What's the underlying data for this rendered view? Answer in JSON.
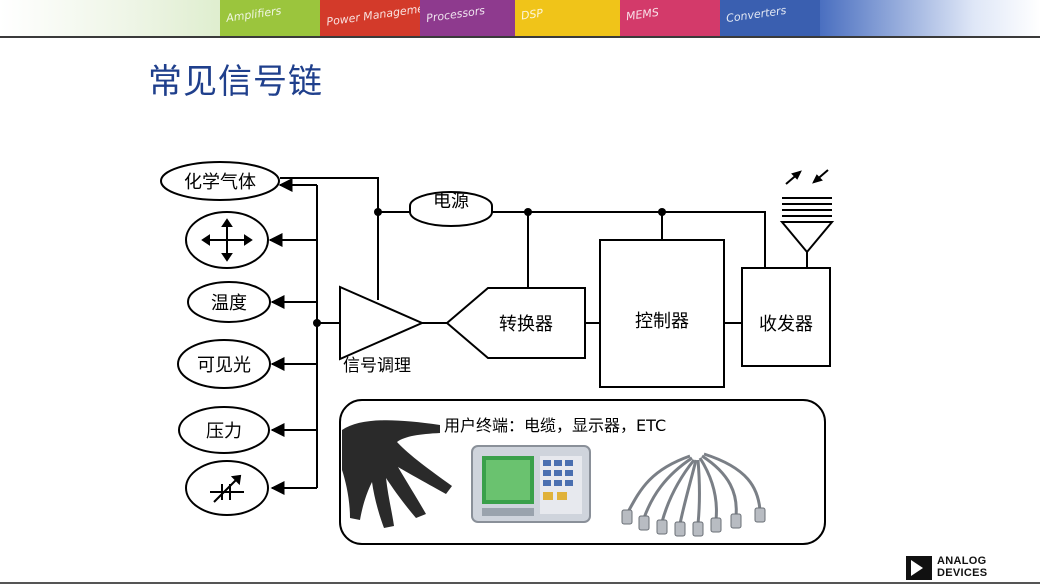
{
  "title": "常见信号链",
  "banner": {
    "items": [
      "Amplifiers",
      "Power Management",
      "Processors",
      "DSP",
      "MEMS",
      "Converters"
    ]
  },
  "sensors": {
    "chemical_gas": "化学气体",
    "motion_icon": "four-way-arrows-icon",
    "temperature": "温度",
    "visible_light": "可见光",
    "pressure": "压力",
    "variable_icon": "variable-capacitor-icon"
  },
  "blocks": {
    "power": "电源",
    "signal_conditioning": "信号调理",
    "converter": "转换器",
    "controller": "控制器",
    "transceiver": "收发器"
  },
  "user_terminal": {
    "label": "用户终端：电缆，显示器，ETC"
  },
  "logo": {
    "line1": "ANALOG",
    "line2": "DEVICES"
  },
  "colors": {
    "title": "#1f3f8c",
    "banner": [
      "#9bc53d",
      "#d33a2a",
      "#8e3a8e",
      "#f0c419",
      "#d33a6a",
      "#3a5fb0"
    ]
  }
}
